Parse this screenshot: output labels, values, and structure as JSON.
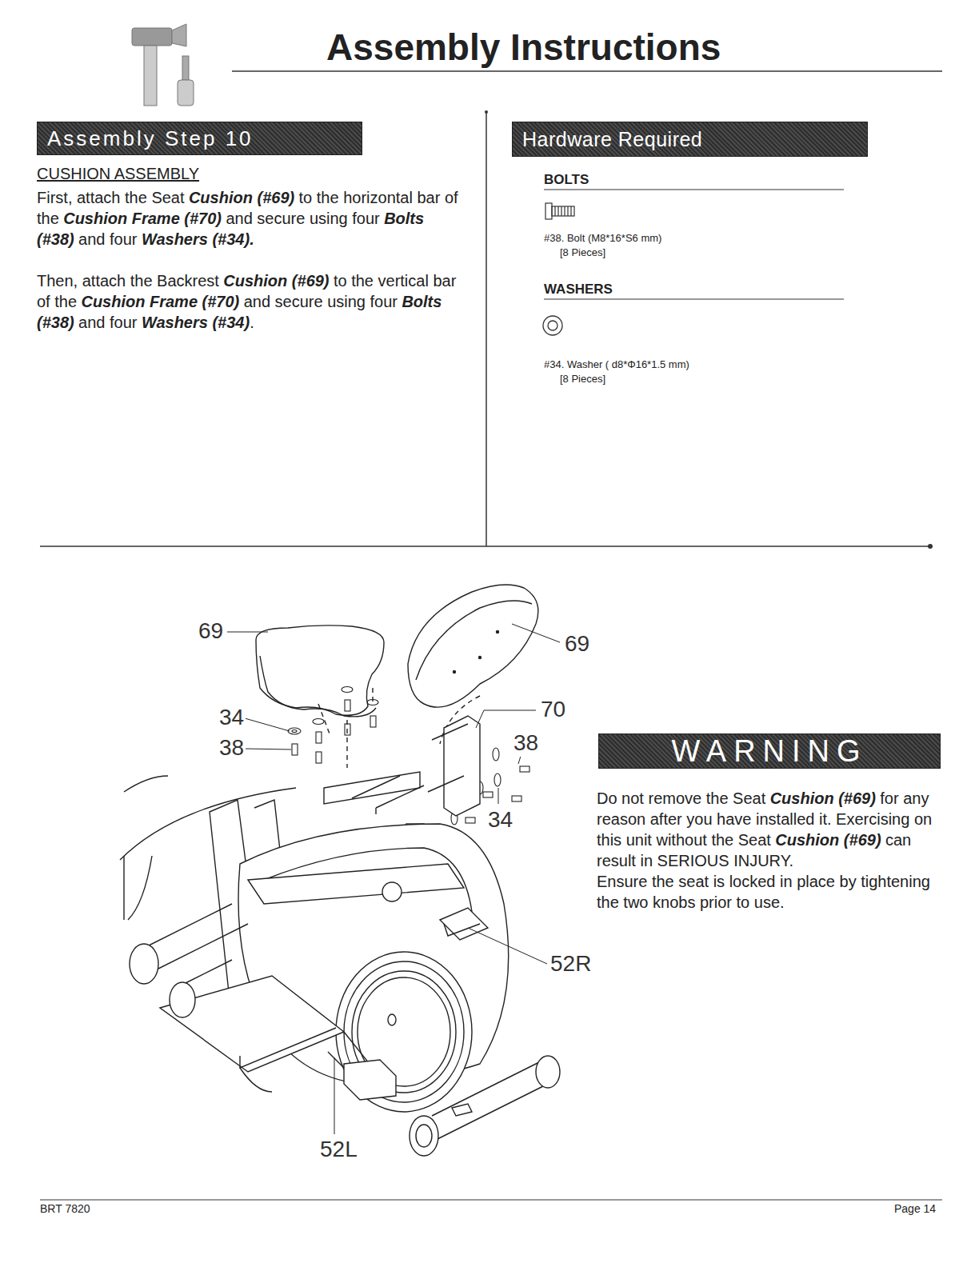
{
  "diagram": {
    "title": "Assembly Instructions",
    "nodes": [
      {
        "text": [
          "Assembly Step 10"
        ]
      },
      {
        "text": [
          "Hardware Required"
        ]
      },
      {
        "text": [
          "WARNING"
        ]
      }
    ],
    "labels": [
      "CUSHION ASSEMBLY",
      "First, attach the Seat",
      "Cushion (#69)",
      "to the horizontal bar of the",
      "Cushion Frame (#70)",
      "and secure using four",
      "Bolts (#38)",
      "and four",
      "Washers (#34).",
      "Then, attach the Backrest",
      "Cushion (#69)",
      "to the vertical bar of the",
      "Cushion Frame (#70)",
      "and secure using four",
      "Bolts (#38)",
      "and four",
      "Washers (#34)",
      ".",
      "BOLTS",
      "#38. Bolt (M8*16*S6 mm)",
      "[8 Pieces]",
      "WASHERS",
      "#34. Washer ( d8*Φ16*1.5 mm)",
      "[8 Pieces]",
      "Do not remove the Seat",
      "Cushion (#69)",
      "for any reason after you have installed it. Exercising on this unit without the Seat",
      "Cushion (#69)",
      "can result in SERIOUS INJURY.",
      "Ensure the seat is locked in place by tightening the two knobs prior to use.",
      "69",
      "34",
      "38",
      "69",
      "70",
      "38",
      "34",
      "52R",
      "52L",
      "BRT 7820",
      "Page 14"
    ]
  }
}
